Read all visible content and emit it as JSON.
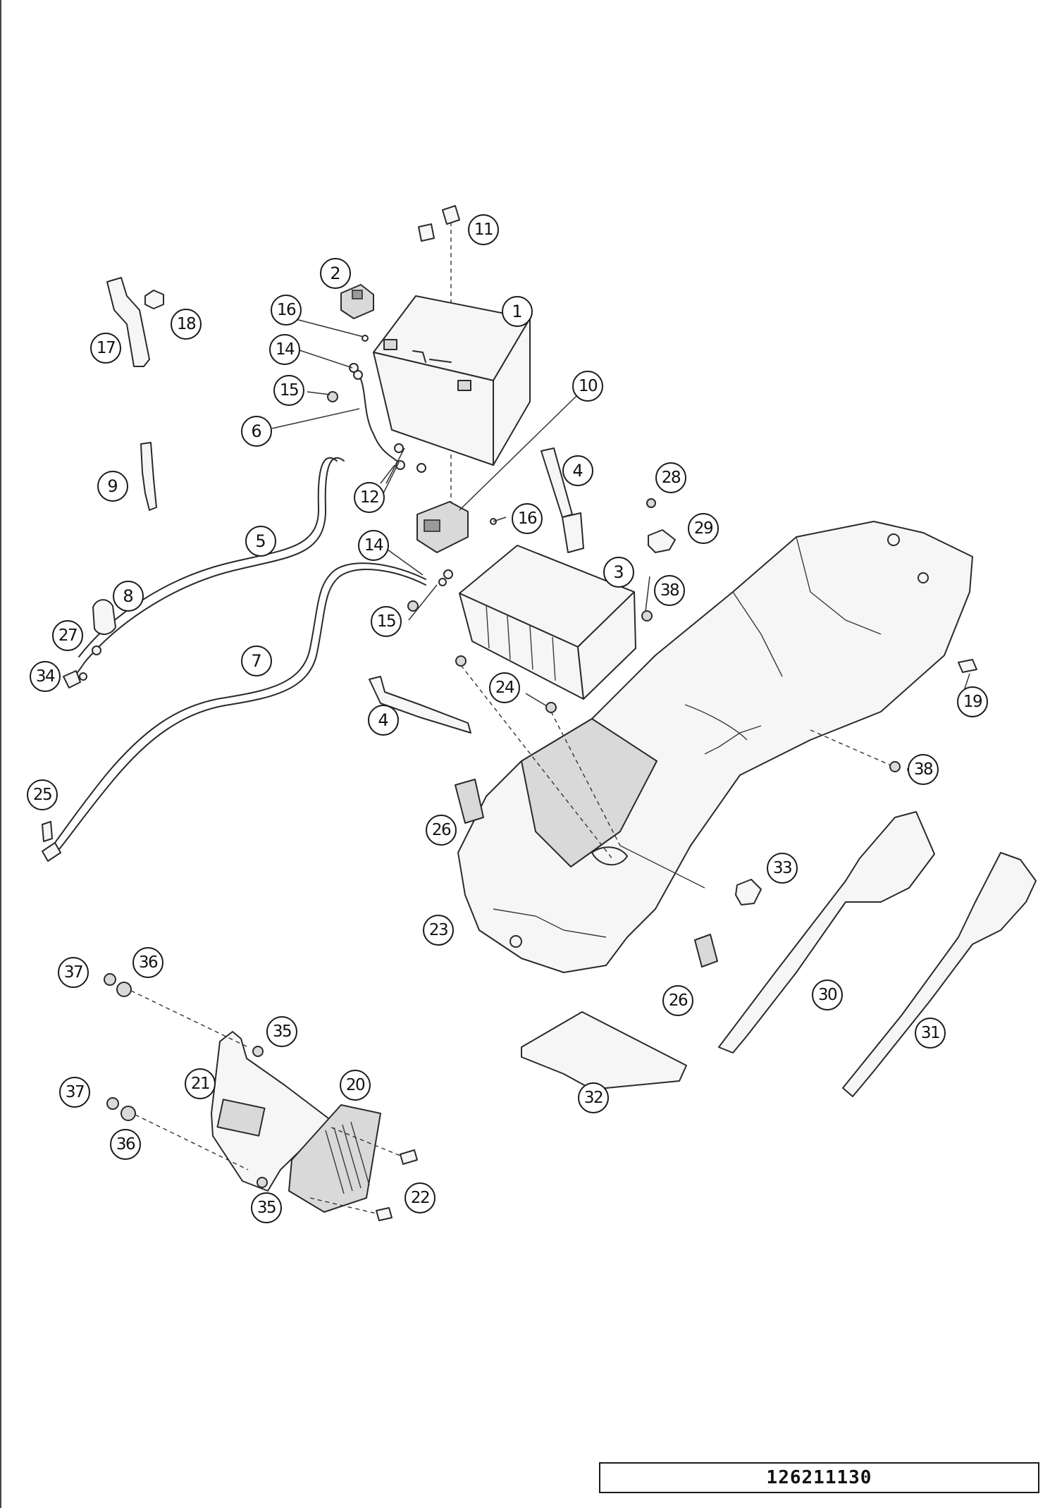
{
  "drawing_id": "126211130",
  "callouts": [
    "1",
    "2",
    "3",
    "4",
    "4",
    "5",
    "6",
    "7",
    "8",
    "9",
    "10",
    "11",
    "12",
    "14",
    "14",
    "15",
    "15",
    "16",
    "16",
    "17",
    "18",
    "19",
    "20",
    "21",
    "22",
    "23",
    "24",
    "25",
    "26",
    "26",
    "27",
    "28",
    "29",
    "30",
    "31",
    "32",
    "33",
    "34",
    "35",
    "35",
    "36",
    "36",
    "37",
    "37",
    "38",
    "38"
  ]
}
